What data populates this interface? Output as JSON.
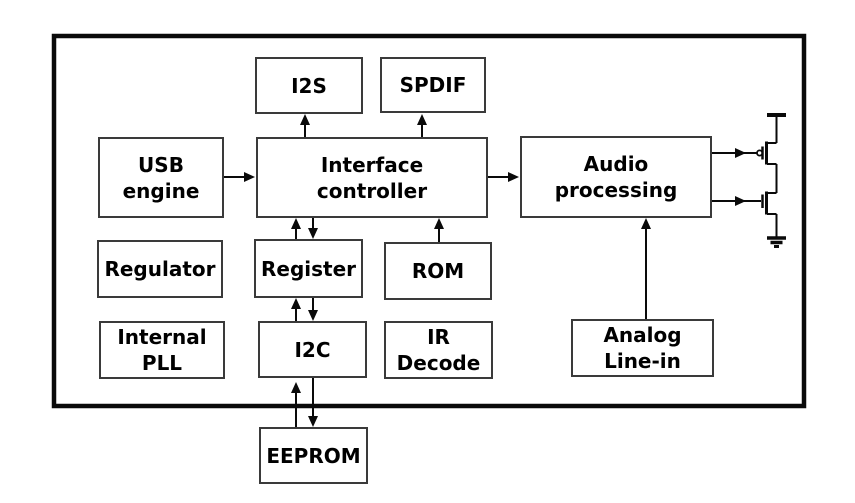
{
  "diagram": {
    "colors": {
      "background": "#ffffff",
      "line": "#000000",
      "box_border": "#3a3a3a",
      "text": "#000000"
    },
    "blocks": {
      "i2s": {
        "label": "I2S"
      },
      "spdif": {
        "label": "SPDIF"
      },
      "usb_engine": {
        "label": "USB\nengine"
      },
      "interface_controller": {
        "label": "Interface\ncontroller"
      },
      "audio_processing": {
        "label": "Audio\nprocessing"
      },
      "regulator": {
        "label": "Regulator"
      },
      "register": {
        "label": "Register"
      },
      "rom": {
        "label": "ROM"
      },
      "internal_pll": {
        "label": "Internal\nPLL"
      },
      "i2c": {
        "label": "I2C"
      },
      "ir_decode": {
        "label": "IR\nDecode"
      },
      "analog_line_in": {
        "label": "Analog\nLine-in"
      },
      "eeprom": {
        "label": "EEPROM"
      }
    },
    "icons": {
      "pmos": "pmos-transistor",
      "nmos": "nmos-transistor",
      "vdd": "vdd-rail",
      "ground": "ground"
    }
  }
}
